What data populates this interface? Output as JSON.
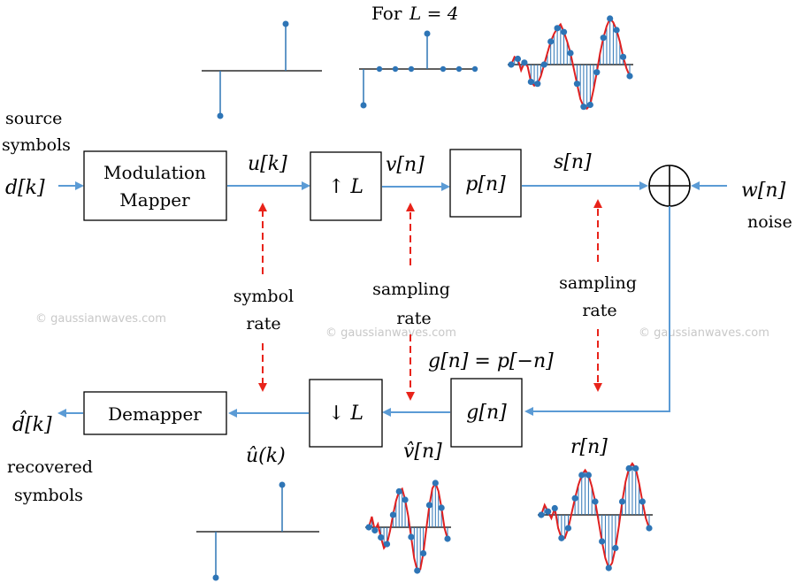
{
  "header": {
    "for_label": "For",
    "L_eq": "L = 4"
  },
  "blocks": {
    "modulation_line1": "Modulation",
    "modulation_line2": "Mapper",
    "upsampler": "↑ L",
    "pulse_shaper": "p[n]",
    "matched_filter": "g[n]",
    "downsampler": "↓ L",
    "demapper": "Demapper"
  },
  "signals": {
    "d_k": "d[k]",
    "u_k": "u[k]",
    "v_n": "v[n]",
    "s_n": "s[n]",
    "w_n": "w[n]",
    "g_eq": "g[n] = p[−n]",
    "r_n": "r[n]",
    "vhat_n": "v̂[n]",
    "uhat_k": "û(k)",
    "dhat_k": "d̂[k]"
  },
  "labels": {
    "source1": "source",
    "source2": "symbols",
    "noise": "noise",
    "symbol_rate1": "symbol",
    "symbol_rate2": "rate",
    "sampling_rate_a1": "sampling",
    "sampling_rate_a2": "rate",
    "sampling_rate_b1": "sampling",
    "sampling_rate_b2": "rate",
    "recovered1": "recovered",
    "recovered2": "symbols"
  },
  "watermarks": {
    "w1": "© gaussianwaves.com",
    "w2": "© gaussianwaves.com",
    "w3": "© gaussianwaves.com"
  },
  "colors": {
    "arrow": "#5b9bd5",
    "rate_arrow": "#e8231a",
    "stem": "#2e75b6",
    "curve": "#e02020",
    "watermark": "#c8c8c8"
  }
}
